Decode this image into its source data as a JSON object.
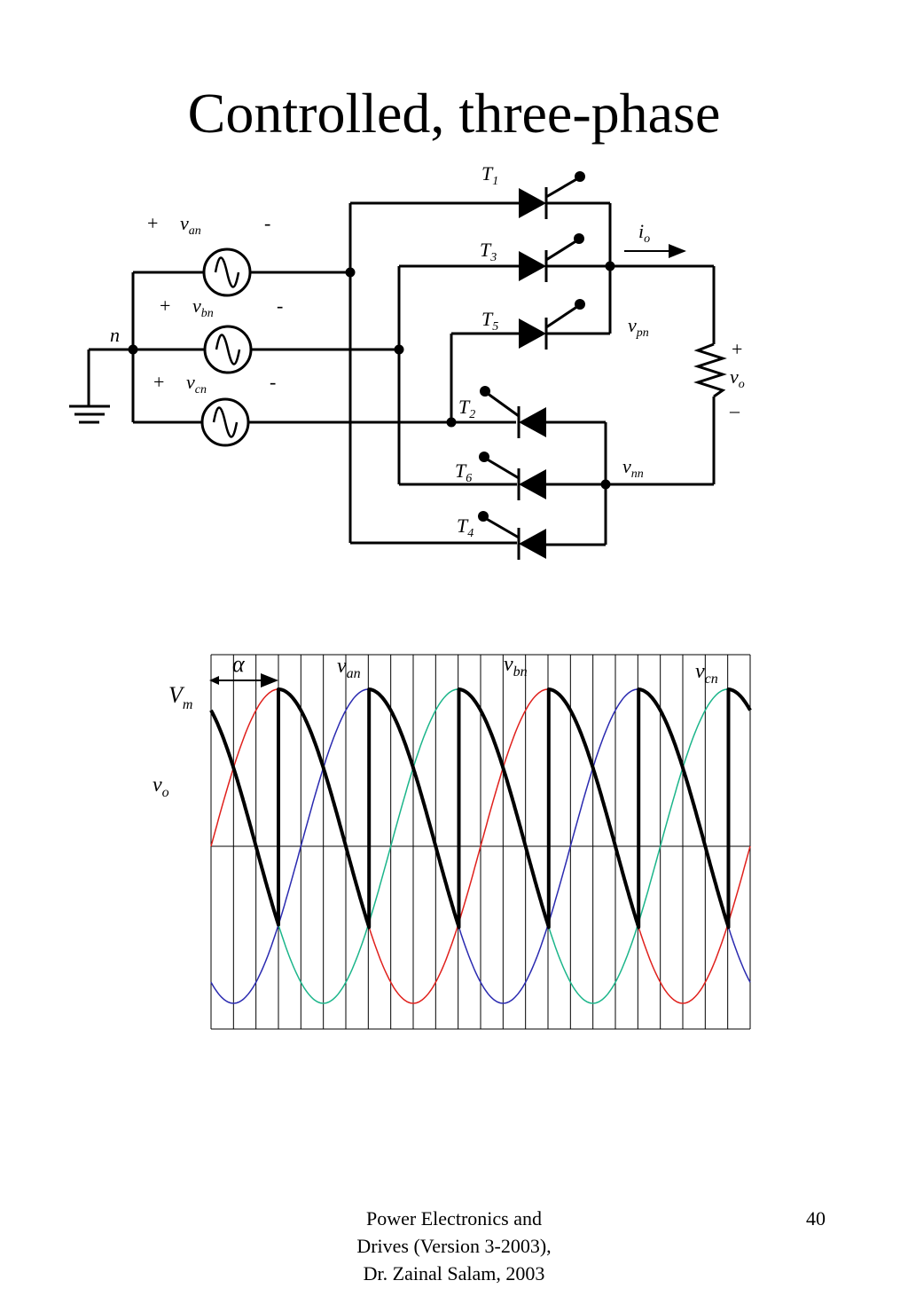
{
  "slide": {
    "title": "Controlled, three-phase"
  },
  "circuit": {
    "neutral": "n",
    "sources": [
      {
        "plus": "+",
        "minus": "-",
        "symbol": "v",
        "sub": "an"
      },
      {
        "plus": "+",
        "minus": "-",
        "symbol": "v",
        "sub": "bn"
      },
      {
        "plus": "+",
        "minus": "-",
        "symbol": "v",
        "sub": "cn"
      }
    ],
    "thyristors": {
      "t1": {
        "symbol": "T",
        "sub": "1"
      },
      "t3": {
        "symbol": "T",
        "sub": "3"
      },
      "t5": {
        "symbol": "T",
        "sub": "5"
      },
      "t2": {
        "symbol": "T",
        "sub": "2"
      },
      "t6": {
        "symbol": "T",
        "sub": "6"
      },
      "t4": {
        "symbol": "T",
        "sub": "4"
      }
    },
    "current": {
      "symbol": "i",
      "sub": "o"
    },
    "vpn": {
      "symbol": "v",
      "sub": "pn"
    },
    "vnn": {
      "symbol": "v",
      "sub": "nn"
    },
    "output": {
      "plus": "+",
      "symbol": "v",
      "sub": "o",
      "minus": "–"
    }
  },
  "waveform": {
    "alpha": "α",
    "vm": {
      "symbol": "V",
      "sub": "m"
    },
    "vo": {
      "symbol": "v",
      "sub": "o"
    },
    "phase_labels": [
      {
        "symbol": "v",
        "sub": "an"
      },
      {
        "symbol": "v",
        "sub": "bn"
      },
      {
        "symbol": "v",
        "sub": "cn"
      }
    ],
    "colors": {
      "van": "#e0201c",
      "vbn": "#2a2ab0",
      "vcn": "#1bb58a",
      "vo": "#000000"
    }
  },
  "chart_data": {
    "type": "line",
    "x_unit": "degrees",
    "x_range": [
      0,
      720
    ],
    "y_range": [
      -1,
      1
    ],
    "series": [
      {
        "name": "van",
        "function": "sin(x)"
      },
      {
        "name": "vbn",
        "function": "sin(x - 120)"
      },
      {
        "name": "vcn",
        "function": "sin(x + 120)"
      },
      {
        "name": "vo",
        "description": "max phase voltage delayed by alpha",
        "alpha_deg": 60
      }
    ]
  },
  "footer": {
    "line1": "Power Electronics and",
    "line2": "Drives (Version 3-2003),",
    "line3": "Dr. Zainal Salam, 2003",
    "page": "40"
  }
}
